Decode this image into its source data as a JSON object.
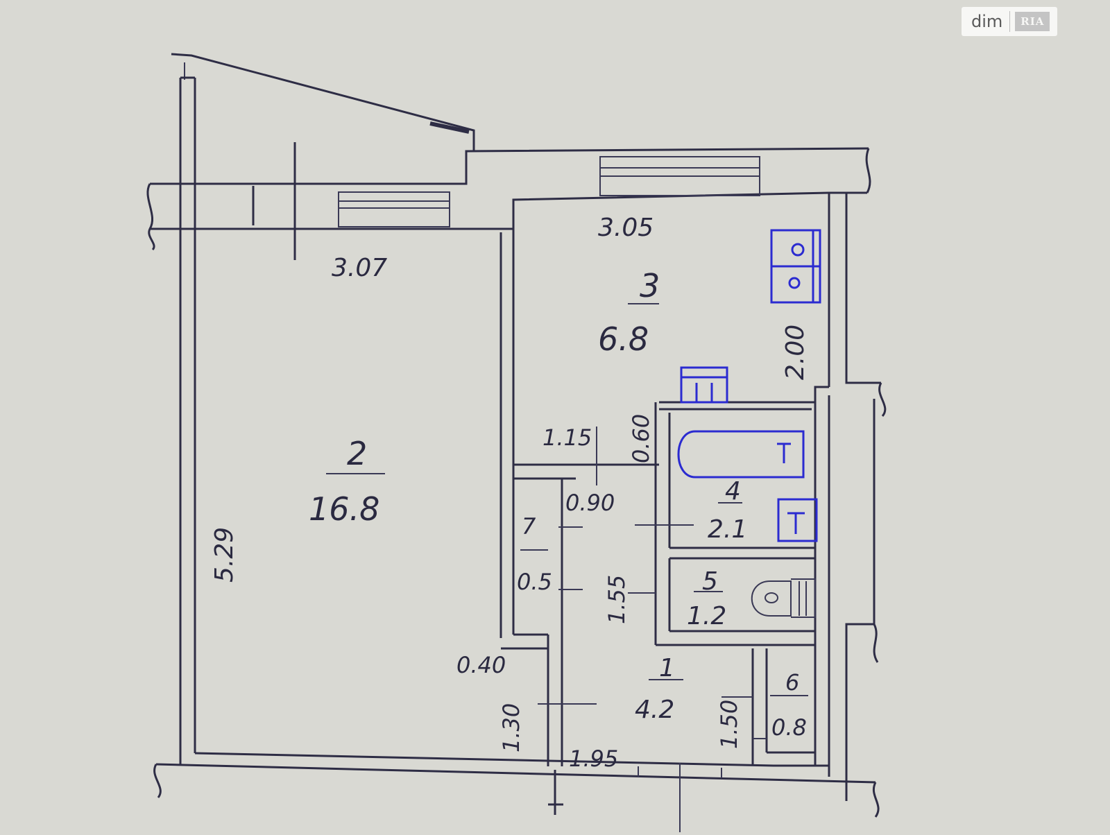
{
  "watermark": {
    "brand_text": "dim",
    "brand_logo": "RIA"
  },
  "rooms": [
    {
      "id": "1",
      "number": "1",
      "area": "4.2"
    },
    {
      "id": "2",
      "number": "2",
      "area": "16.8"
    },
    {
      "id": "3",
      "number": "3",
      "area": "6.8"
    },
    {
      "id": "4",
      "number": "4",
      "area": "2.1"
    },
    {
      "id": "5",
      "number": "5",
      "area": "1.2"
    },
    {
      "id": "6",
      "number": "6",
      "area": "0.8"
    },
    {
      "id": "7",
      "number": "7",
      "area": "0.5"
    }
  ],
  "dimensions": {
    "room2_width": "3.07",
    "room2_length": "5.29",
    "room3_width": "3.05",
    "room3_length": "2.00",
    "hall_width": "1.15",
    "door_060": "0.60",
    "closet_090": "0.90",
    "hall_length_155": "1.55",
    "d_040": "0.40",
    "d_130": "1.30",
    "d_195": "1.95",
    "d_150": "1.50"
  },
  "fixtures": {
    "stove": "stove-icon",
    "sink": "sink-icon",
    "bathtub": "bathtub-icon",
    "washbasin": "washbasin-icon",
    "toilet": "toilet-icon"
  },
  "colors": {
    "ink": "#2e2d45",
    "fixture_blue": "#2b2bd0",
    "paper": "#d9d9d3"
  }
}
